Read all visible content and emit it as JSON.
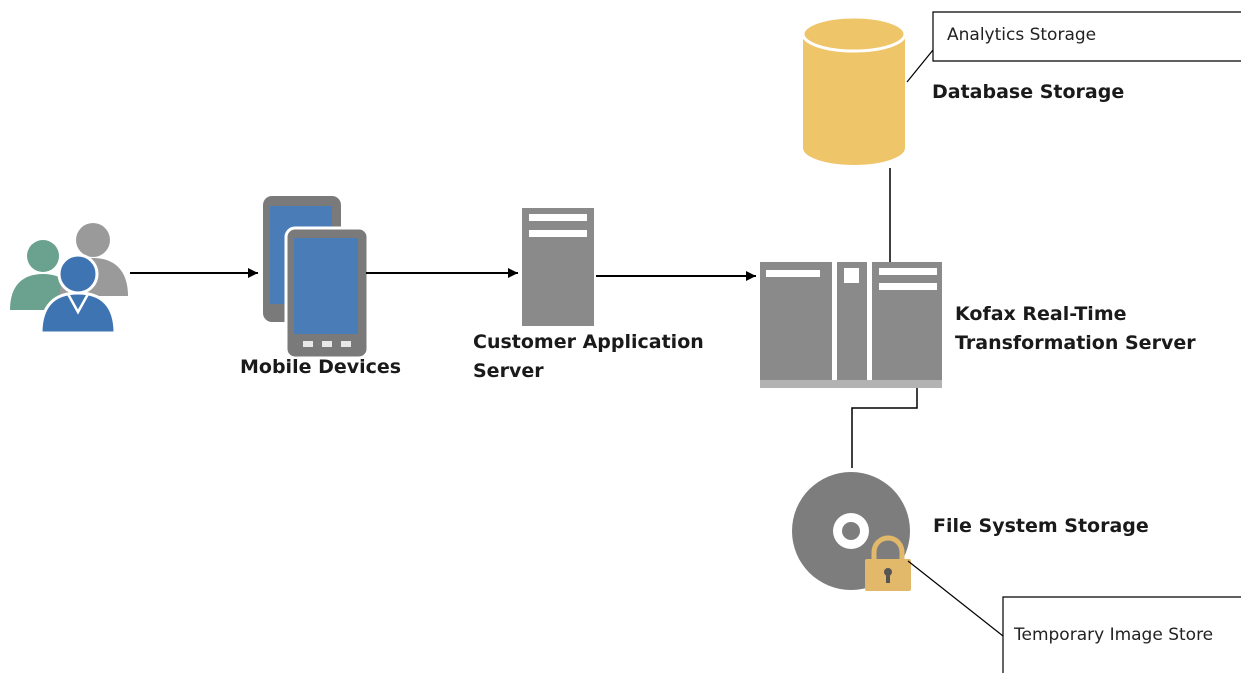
{
  "diagram": {
    "users": {
      "icon": "users-group-icon"
    },
    "mobile_devices": {
      "icon": "mobile-devices-icon",
      "label": "Mobile Devices"
    },
    "customer_app_server": {
      "icon": "server-tower-icon",
      "label_line1": "Customer Application",
      "label_line2": "Server"
    },
    "kofax_server": {
      "icon": "server-rack-icon",
      "label_line1": "Kofax Real-Time",
      "label_line2": "Transformation Server"
    },
    "database": {
      "icon": "database-cylinder-icon",
      "label": "Database Storage",
      "callout": "Analytics Storage"
    },
    "file_system": {
      "icon": "disc-lock-icon",
      "label": "File System Storage",
      "callout": "Temporary Image Store"
    },
    "colors": {
      "person_green": "#6aa18f",
      "person_gray": "#9a9a9a",
      "person_blue": "#3f74b3",
      "device_frame": "#7a7a7a",
      "device_screen": "#4a7db8",
      "server_gray": "#8a8a8a",
      "database_gold": "#efc56a",
      "disc_gray": "#7d7d7d",
      "lock_gold": "#e2b96a"
    }
  }
}
